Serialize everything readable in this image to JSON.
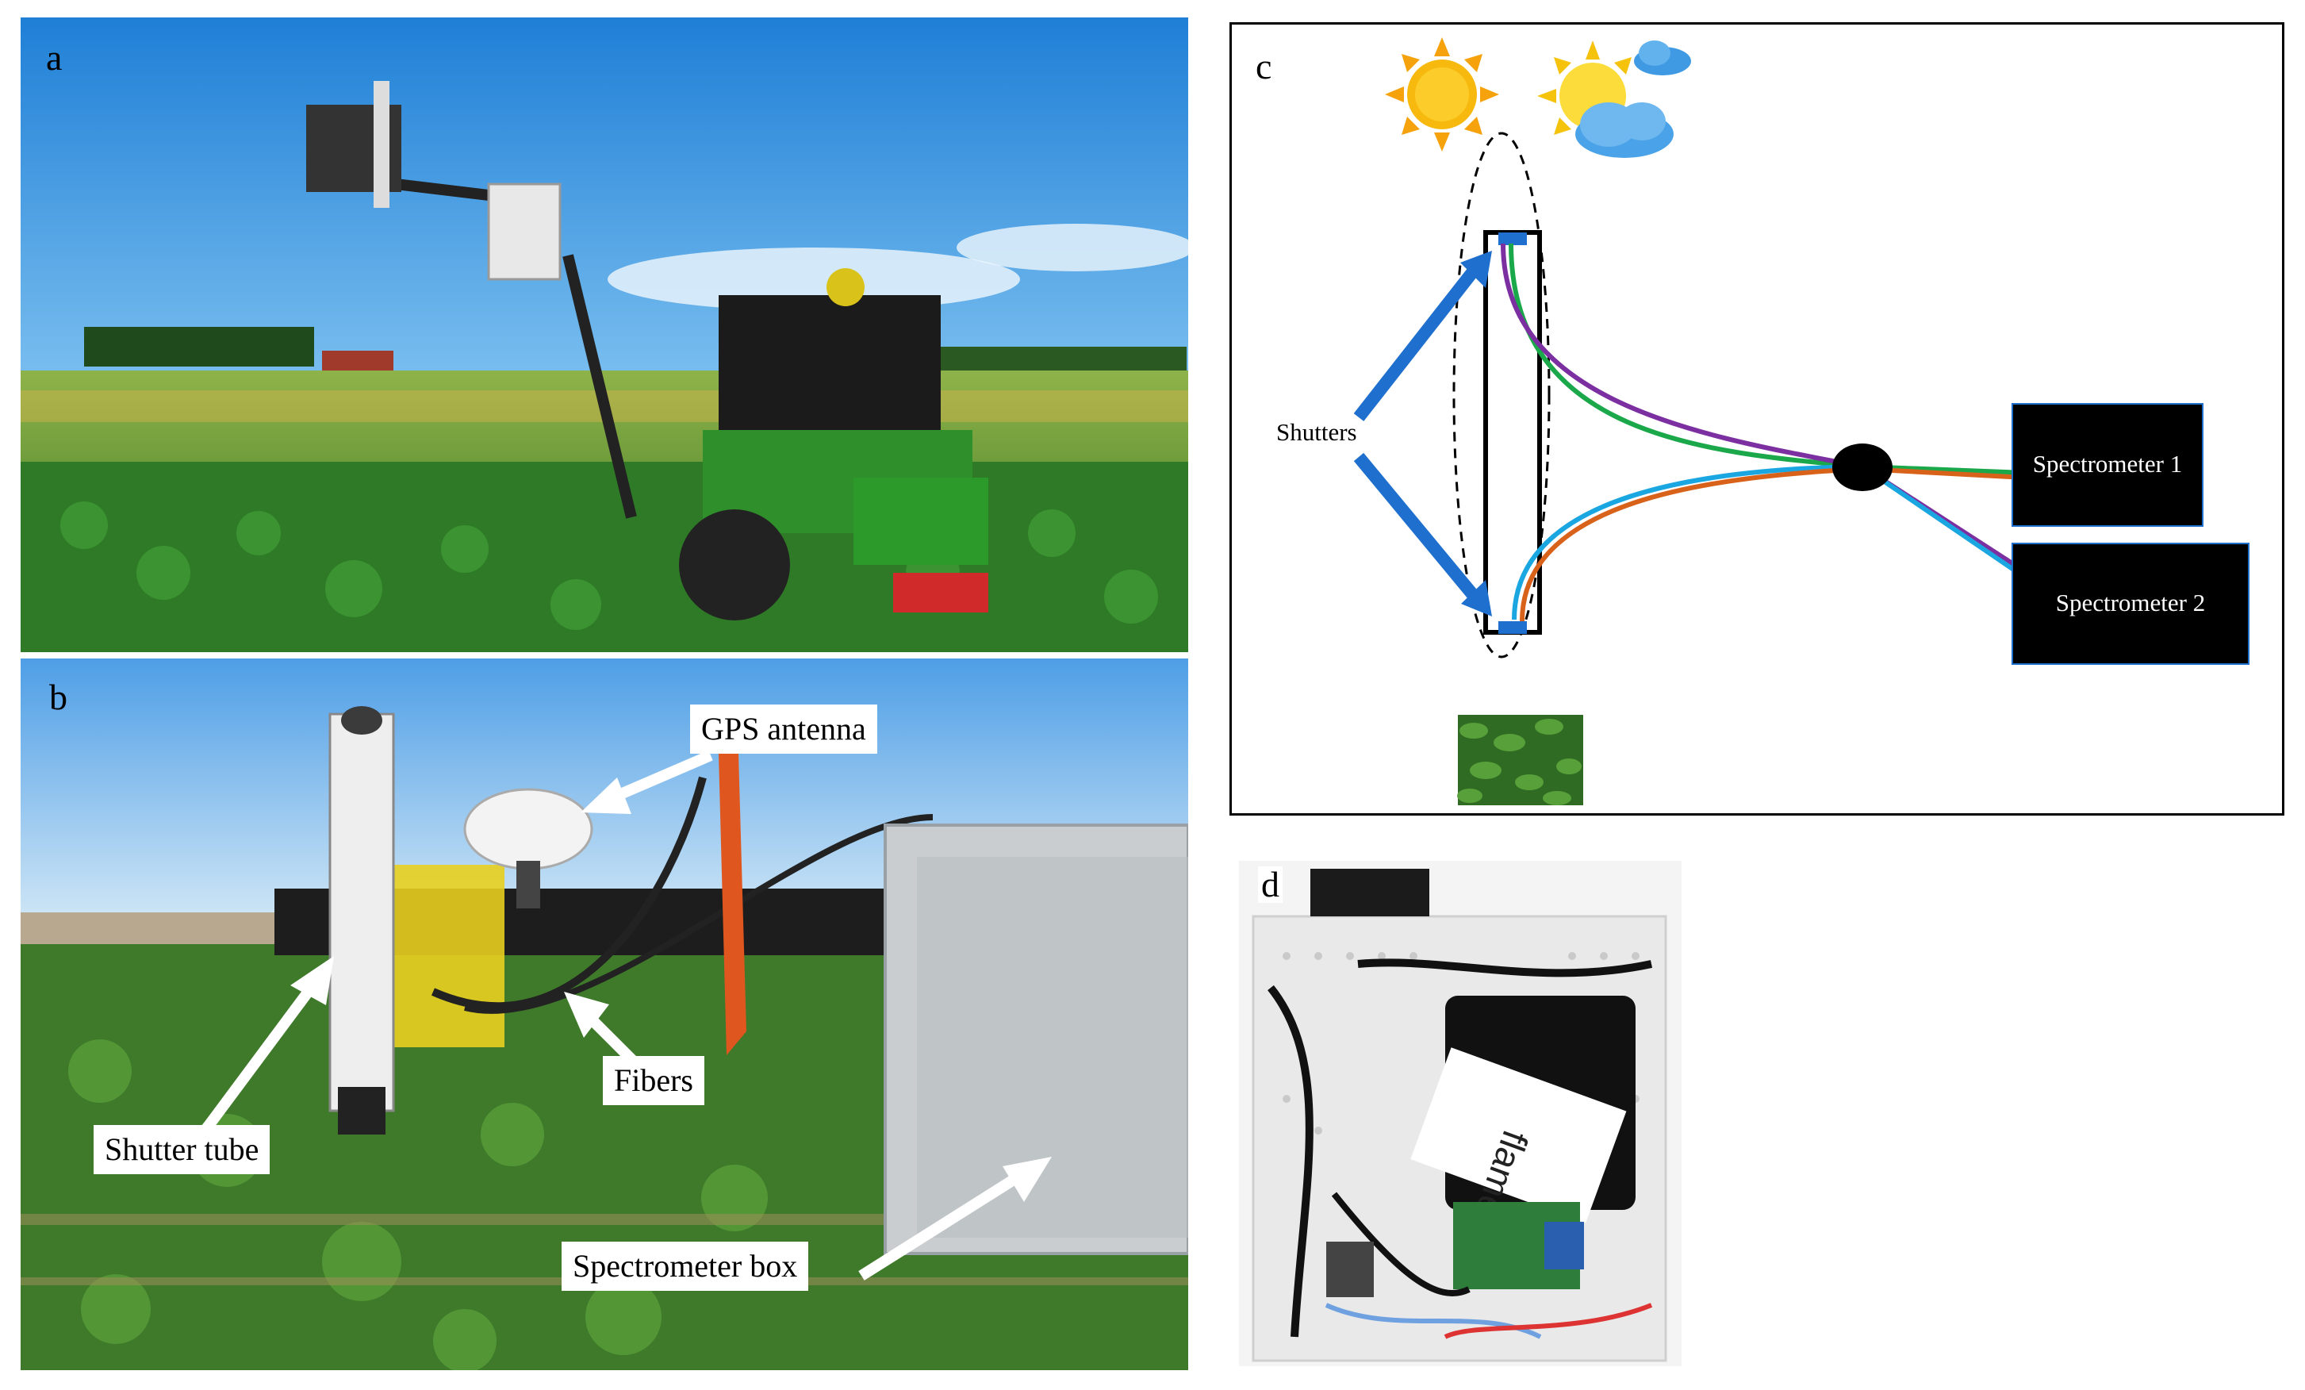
{
  "panels": {
    "a": {
      "letter": "a"
    },
    "b": {
      "letter": "b",
      "labels": {
        "gps_antenna": "GPS antenna",
        "fibers": "Fibers",
        "shutter_tube": "Shutter tube",
        "spectrometer_box": "Spectrometer box"
      }
    },
    "c": {
      "letter": "c",
      "labels": {
        "shutters": "Shutters",
        "spectrometer_1": "Spectrometer 1",
        "spectrometer_2": "Spectrometer 2"
      },
      "icons": [
        "sun-icon",
        "partly-cloudy-icon",
        "vegetation-patch-icon"
      ],
      "fiber_colors": [
        "#1aa84a",
        "#7b2fa0",
        "#1aa6e0",
        "#d9621a"
      ]
    },
    "d": {
      "letter": "d",
      "device_text": "flame"
    }
  },
  "colors": {
    "sky": "#2a8fe0",
    "arrow_blue": "#1f6fcf",
    "spectrometer_fill": "#000000"
  }
}
